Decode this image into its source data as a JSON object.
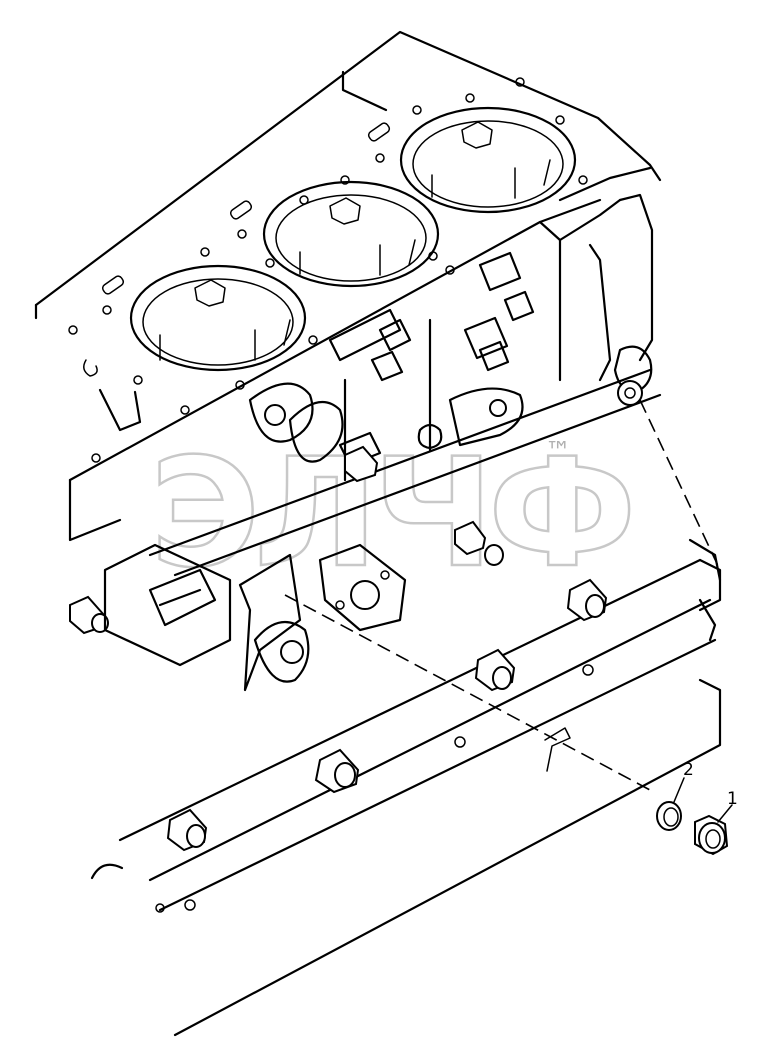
{
  "callouts": [
    {
      "id": "1",
      "label": "1"
    },
    {
      "id": "2",
      "label": "2"
    }
  ],
  "watermark": {
    "text": "ЭЛЧФ",
    "tm": "™",
    "color": "#c8c8c8"
  },
  "colors": {
    "line": "#000000",
    "background": "#ffffff"
  }
}
